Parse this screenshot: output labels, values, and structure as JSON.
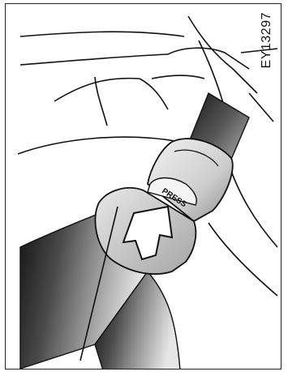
{
  "figure": {
    "code": "EY13297",
    "button_label": "PRESS"
  },
  "colors": {
    "line": "#111111",
    "belt_dark": "#1a1a1a",
    "belt_mid": "#6e6e6e",
    "belt_light": "#bdbdbd",
    "buckle": "#d8d8d8"
  },
  "icons": [
    "seat-frame-lines",
    "seatbelt-webbing",
    "buckle-latch",
    "press-arrow"
  ]
}
